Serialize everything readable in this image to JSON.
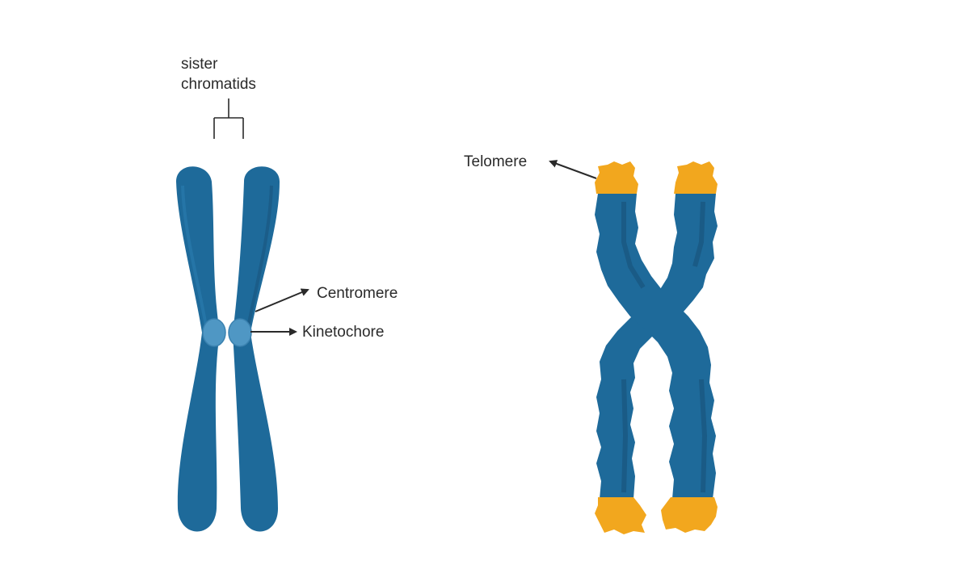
{
  "labels": {
    "sister_chromatids_line1": "sister",
    "sister_chromatids_line2": "chromatids",
    "centromere": "Centromere",
    "kinetochore": "Kinetochore",
    "telomere": "Telomere"
  },
  "colors": {
    "chromatid_blue": "#1e6a9a",
    "chromatid_dark": "#174f77",
    "kinetochore": "#4f97c4",
    "telomere": "#f2a71e",
    "label_text": "#2a2a2a",
    "background": "#ffffff"
  }
}
